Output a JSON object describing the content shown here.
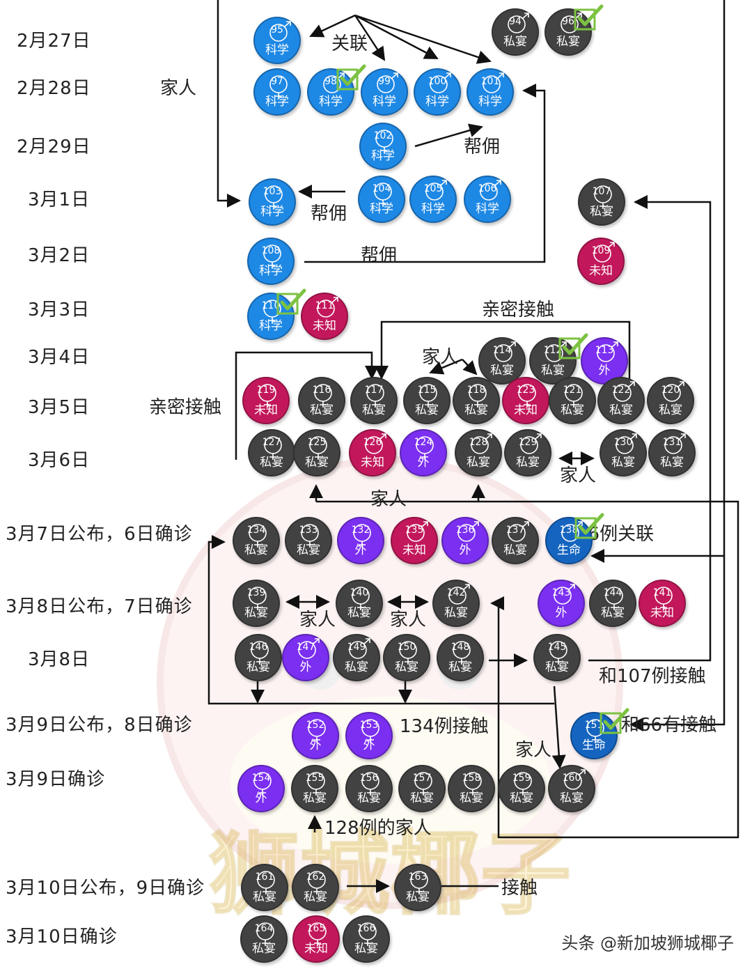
{
  "colors": {
    "科学": "#1e88e5",
    "私宴": "#424242",
    "未知": "#c2185b",
    "外": "#7b2ff0",
    "生命": "#1565c0",
    "check": "#7cc242",
    "line": "#111111"
  },
  "dates": [
    "2月27日",
    "2月28日",
    "2月29日",
    "3月1日",
    "3月2日",
    "3月3日",
    "3月4日",
    "3月5日",
    "3月6日",
    "3月7日公布，6日确诊",
    "3月8日公布，7日确诊",
    "3月8日",
    "3月9日公布，8日确诊",
    "3月9日确诊",
    "3月10日公布，9日确诊",
    "3月10日确诊"
  ],
  "labels": [
    "关联",
    "家人",
    "帮佣",
    "帮佣",
    "帮佣",
    "亲密接触",
    "家人",
    "亲密接触",
    "家人",
    "家人",
    "66例关联",
    "家人",
    "家人",
    "和107例接触",
    "134例接触",
    "和66有接触",
    "家人",
    "128例的家人",
    "接触"
  ],
  "nodes": [
    {
      "n": "94",
      "g": "♂",
      "c": "私宴",
      "chk": false
    },
    {
      "n": "96",
      "g": "♂",
      "c": "私宴",
      "chk": true
    },
    {
      "n": "95",
      "g": "♂",
      "c": "科学",
      "chk": false
    },
    {
      "n": "97",
      "g": "♀",
      "c": "科学",
      "chk": false
    },
    {
      "n": "98",
      "g": "♂",
      "c": "科学",
      "chk": true
    },
    {
      "n": "99",
      "g": "♂",
      "c": "科学",
      "chk": false
    },
    {
      "n": "100",
      "g": "♂",
      "c": "科学",
      "chk": false
    },
    {
      "n": "101",
      "g": "♂",
      "c": "科学",
      "chk": false
    },
    {
      "n": "102",
      "g": "♀",
      "c": "科学",
      "chk": false
    },
    {
      "n": "103",
      "g": "♀",
      "c": "科学",
      "chk": false
    },
    {
      "n": "104",
      "g": "♀",
      "c": "科学",
      "chk": false
    },
    {
      "n": "105",
      "g": "♂",
      "c": "科学",
      "chk": false
    },
    {
      "n": "106",
      "g": "♂",
      "c": "科学",
      "chk": false
    },
    {
      "n": "107",
      "g": "♀",
      "c": "私宴",
      "chk": false
    },
    {
      "n": "108",
      "g": "♀",
      "c": "科学",
      "chk": false
    },
    {
      "n": "109",
      "g": "♂",
      "c": "未知",
      "chk": false
    },
    {
      "n": "110",
      "g": "♀",
      "c": "科学",
      "chk": true
    },
    {
      "n": "111",
      "g": "♂",
      "c": "未知",
      "chk": false
    },
    {
      "n": "114",
      "g": "♂",
      "c": "私宴",
      "chk": false
    },
    {
      "n": "112",
      "g": "♂",
      "c": "私宴",
      "chk": true
    },
    {
      "n": "113",
      "g": "♂",
      "c": "外",
      "chk": false
    },
    {
      "n": "119",
      "g": "♀",
      "c": "未知",
      "chk": false
    },
    {
      "n": "116",
      "g": "♀",
      "c": "私宴",
      "chk": false
    },
    {
      "n": "117",
      "g": "♀",
      "c": "私宴",
      "chk": false
    },
    {
      "n": "115",
      "g": "♀",
      "c": "私宴",
      "chk": false
    },
    {
      "n": "118",
      "g": "♀",
      "c": "私宴",
      "chk": false
    },
    {
      "n": "123",
      "g": "♀",
      "c": "未知",
      "chk": false
    },
    {
      "n": "121",
      "g": "♀",
      "c": "私宴",
      "chk": false
    },
    {
      "n": "122",
      "g": "♂",
      "c": "私宴",
      "chk": false
    },
    {
      "n": "120",
      "g": "♂",
      "c": "私宴",
      "chk": false
    },
    {
      "n": "127",
      "g": "♀",
      "c": "私宴",
      "chk": false
    },
    {
      "n": "125",
      "g": "♀",
      "c": "私宴",
      "chk": false
    },
    {
      "n": "126",
      "g": "♂",
      "c": "未知",
      "chk": false
    },
    {
      "n": "124",
      "g": "♀",
      "c": "外",
      "chk": false
    },
    {
      "n": "128",
      "g": "♂",
      "c": "私宴",
      "chk": false
    },
    {
      "n": "129",
      "g": "♂",
      "c": "私宴",
      "chk": false
    },
    {
      "n": "130",
      "g": "♂",
      "c": "私宴",
      "chk": false
    },
    {
      "n": "131",
      "g": "♂",
      "c": "私宴",
      "chk": false
    },
    {
      "n": "134",
      "g": "♀",
      "c": "私宴",
      "chk": false
    },
    {
      "n": "133",
      "g": "♀",
      "c": "私宴",
      "chk": false
    },
    {
      "n": "132",
      "g": "♀",
      "c": "外",
      "chk": false
    },
    {
      "n": "135",
      "g": "♂",
      "c": "未知",
      "chk": false
    },
    {
      "n": "136",
      "g": "♂",
      "c": "外",
      "chk": false
    },
    {
      "n": "137",
      "g": "♂",
      "c": "私宴",
      "chk": false
    },
    {
      "n": "138",
      "g": "♂",
      "c": "生命",
      "chk": true
    },
    {
      "n": "139",
      "g": "♀",
      "c": "私宴",
      "chk": false
    },
    {
      "n": "140",
      "g": "♀",
      "c": "私宴",
      "chk": false
    },
    {
      "n": "142",
      "g": "♂",
      "c": "私宴",
      "chk": false
    },
    {
      "n": "143",
      "g": "♂",
      "c": "外",
      "chk": false
    },
    {
      "n": "144",
      "g": "♀",
      "c": "私宴",
      "chk": false
    },
    {
      "n": "141",
      "g": "♀",
      "c": "未知",
      "chk": false
    },
    {
      "n": "146",
      "g": "♀",
      "c": "私宴",
      "chk": false
    },
    {
      "n": "147",
      "g": "♂",
      "c": "外",
      "chk": false
    },
    {
      "n": "149",
      "g": "♂",
      "c": "私宴",
      "chk": false
    },
    {
      "n": "150",
      "g": "♀",
      "c": "私宴",
      "chk": false
    },
    {
      "n": "148",
      "g": "♀",
      "c": "私宴",
      "chk": false
    },
    {
      "n": "145",
      "g": "♀",
      "c": "私宴",
      "chk": false
    },
    {
      "n": "152",
      "g": "♀",
      "c": "外",
      "chk": false
    },
    {
      "n": "153",
      "g": "♀",
      "c": "外",
      "chk": false
    },
    {
      "n": "151",
      "g": "♀",
      "c": "生命",
      "chk": true
    },
    {
      "n": "154",
      "g": "♀",
      "c": "外",
      "chk": false
    },
    {
      "n": "155",
      "g": "♀",
      "c": "私宴",
      "chk": false
    },
    {
      "n": "156",
      "g": "♀",
      "c": "私宴",
      "chk": false
    },
    {
      "n": "157",
      "g": "♀",
      "c": "私宴",
      "chk": false
    },
    {
      "n": "158",
      "g": "♀",
      "c": "私宴",
      "chk": false
    },
    {
      "n": "159",
      "g": "♀",
      "c": "私宴",
      "chk": false
    },
    {
      "n": "160",
      "g": "♂",
      "c": "私宴",
      "chk": false
    },
    {
      "n": "161",
      "g": "♀",
      "c": "私宴",
      "chk": false
    },
    {
      "n": "162",
      "g": "♀",
      "c": "私宴",
      "chk": false
    },
    {
      "n": "163",
      "g": "♀",
      "c": "私宴",
      "chk": false
    },
    {
      "n": "164",
      "g": "♀",
      "c": "私宴",
      "chk": false
    },
    {
      "n": "165",
      "g": "♀",
      "c": "未知",
      "chk": false
    },
    {
      "n": "166",
      "g": "♀",
      "c": "私宴",
      "chk": false
    }
  ],
  "watermark": "狮城椰子",
  "footer": "头条 @新加坡狮城椰子"
}
